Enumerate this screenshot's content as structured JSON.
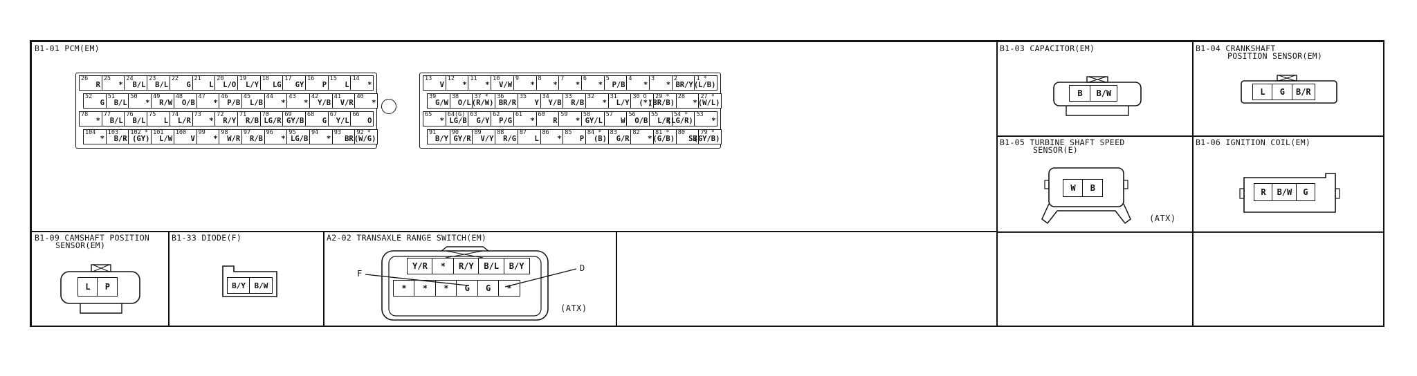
{
  "connectors": {
    "b1_01": {
      "title": "B1-01 PCM(EM)",
      "left_rows": [
        [
          {
            "n": "26",
            "c": "R"
          },
          {
            "n": "25",
            "c": "*"
          },
          {
            "n": "24",
            "c": "B/L"
          },
          {
            "n": "23",
            "c": "B/L"
          },
          {
            "n": "22",
            "c": "G"
          },
          {
            "n": "21",
            "c": "L"
          },
          {
            "n": "20",
            "c": "L/O"
          },
          {
            "n": "19",
            "c": "L/Y"
          },
          {
            "n": "18",
            "c": "LG"
          },
          {
            "n": "17",
            "c": "GY"
          },
          {
            "n": "16",
            "c": "P"
          },
          {
            "n": "15",
            "c": "L"
          },
          {
            "n": "14",
            "c": "*"
          }
        ],
        [
          {
            "n": "52",
            "c": "G"
          },
          {
            "n": "51",
            "c": "B/L"
          },
          {
            "n": "50",
            "c": "*"
          },
          {
            "n": "49",
            "c": "R/W"
          },
          {
            "n": "48",
            "c": "O/B"
          },
          {
            "n": "47",
            "c": "*"
          },
          {
            "n": "46",
            "c": "P/B"
          },
          {
            "n": "45",
            "c": "L/B"
          },
          {
            "n": "44",
            "c": "*"
          },
          {
            "n": "43",
            "c": "*"
          },
          {
            "n": "42",
            "c": "Y/B"
          },
          {
            "n": "41",
            "c": "V/R"
          },
          {
            "n": "40",
            "c": "*"
          }
        ],
        [
          {
            "n": "78",
            "c": "*"
          },
          {
            "n": "77",
            "c": "B/L"
          },
          {
            "n": "76",
            "c": "B/L"
          },
          {
            "n": "75",
            "c": "L"
          },
          {
            "n": "74",
            "c": "L/R"
          },
          {
            "n": "73",
            "c": "*"
          },
          {
            "n": "72",
            "c": "R/Y"
          },
          {
            "n": "71",
            "c": "R/B"
          },
          {
            "n": "70",
            "c": "LG/R"
          },
          {
            "n": "69",
            "c": "GY/B"
          },
          {
            "n": "68",
            "c": "G"
          },
          {
            "n": "67",
            "c": "Y/L"
          },
          {
            "n": "66",
            "c": "O"
          }
        ],
        [
          {
            "n": "104",
            "c": "*"
          },
          {
            "n": "103",
            "c": "B/R"
          },
          {
            "n": "102 *",
            "c": "(GY)"
          },
          {
            "n": "101",
            "c": "L/W"
          },
          {
            "n": "100",
            "c": "V"
          },
          {
            "n": "99",
            "c": "*"
          },
          {
            "n": "98",
            "c": "W/R"
          },
          {
            "n": "97",
            "c": "R/B"
          },
          {
            "n": "96",
            "c": "*"
          },
          {
            "n": "95",
            "c": "LG/B"
          },
          {
            "n": "94",
            "c": "*"
          },
          {
            "n": "93",
            "c": "BR"
          },
          {
            "n": "92 *",
            "c": "(W/G)"
          }
        ]
      ],
      "right_rows": [
        [
          {
            "n": "13",
            "c": "V"
          },
          {
            "n": "12",
            "c": "*"
          },
          {
            "n": "11",
            "c": "*"
          },
          {
            "n": "10",
            "c": "V/W"
          },
          {
            "n": "9",
            "c": "*"
          },
          {
            "n": "8",
            "c": "*"
          },
          {
            "n": "7",
            "c": "*"
          },
          {
            "n": "6",
            "c": "*"
          },
          {
            "n": "5",
            "c": "P/B"
          },
          {
            "n": "4",
            "c": "*"
          },
          {
            "n": "3",
            "c": "*"
          },
          {
            "n": "2",
            "c": "BR/Y"
          },
          {
            "n": "1 *",
            "c": "(L/B)"
          }
        ],
        [
          {
            "n": "39",
            "c": "G/W"
          },
          {
            "n": "38",
            "c": "O/L"
          },
          {
            "n": "37 *",
            "c": "(R/W)"
          },
          {
            "n": "36",
            "c": "BR/R"
          },
          {
            "n": "35",
            "c": "Y"
          },
          {
            "n": "34",
            "c": "Y/B"
          },
          {
            "n": "33",
            "c": "R/B"
          },
          {
            "n": "32",
            "c": "*"
          },
          {
            "n": "31",
            "c": "L/Y"
          },
          {
            "n": "30 O",
            "c": "(*)"
          },
          {
            "n": "29 *",
            "c": "(BR/B)"
          },
          {
            "n": "28",
            "c": "*"
          },
          {
            "n": "27 *",
            "c": "(W/L)"
          }
        ],
        [
          {
            "n": "65",
            "c": "*"
          },
          {
            "n": "64(G)",
            "c": "LG/B"
          },
          {
            "n": "63",
            "c": "G/Y"
          },
          {
            "n": "62",
            "c": "P/G"
          },
          {
            "n": "61",
            "c": "*"
          },
          {
            "n": "60",
            "c": "R"
          },
          {
            "n": "59",
            "c": "*"
          },
          {
            "n": "58",
            "c": "GY/L"
          },
          {
            "n": "57",
            "c": "W"
          },
          {
            "n": "56",
            "c": "O/B"
          },
          {
            "n": "55",
            "c": "L/R"
          },
          {
            "n": "54 *",
            "c": "(LG/R)"
          },
          {
            "n": "53",
            "c": "*"
          }
        ],
        [
          {
            "n": "91",
            "c": "B/Y"
          },
          {
            "n": "90",
            "c": "GY/R"
          },
          {
            "n": "89",
            "c": "V/Y"
          },
          {
            "n": "88",
            "c": "R/G"
          },
          {
            "n": "87",
            "c": "L"
          },
          {
            "n": "86",
            "c": "*"
          },
          {
            "n": "85",
            "c": "P"
          },
          {
            "n": "84 *",
            "c": "(B)"
          },
          {
            "n": "83",
            "c": "G/R"
          },
          {
            "n": "82",
            "c": "*"
          },
          {
            "n": "81 *",
            "c": "(G/B)"
          },
          {
            "n": "80",
            "c": "SB"
          },
          {
            "n": "79 *",
            "c": "(GY/B)"
          }
        ]
      ]
    },
    "b1_03": {
      "title": "B1-03 CAPACITOR(EM)",
      "pins": [
        "B",
        "B/W"
      ]
    },
    "b1_04": {
      "title_line1": "B1-04 CRANKSHAFT",
      "title_line2": "POSITION SENSOR(EM)",
      "pins": [
        "L",
        "G",
        "B/R"
      ]
    },
    "b1_05": {
      "title_line1": "B1-05 TURBINE SHAFT SPEED",
      "title_line2": "SENSOR(E)",
      "pins": [
        "W",
        "B"
      ],
      "note": "(ATX)"
    },
    "b1_06": {
      "title": "B1-06 IGNITION COIL(EM)",
      "pins": [
        "R",
        "B/W",
        "G"
      ]
    },
    "b1_09": {
      "title_line1": "B1-09 CAMSHAFT POSITION",
      "title_line2": "SENSOR(EM)",
      "pins": [
        "L",
        "P"
      ]
    },
    "b1_33": {
      "title": "B1-33 DIODE(F)",
      "pins": [
        "B/Y",
        "B/W"
      ]
    },
    "a2_02": {
      "title": "A2-02 TRANSAXLE RANGE SWITCH(EM)",
      "top_pins": [
        "Y/R",
        "*",
        "R/Y",
        "B/L",
        "B/Y"
      ],
      "bottom_pins": [
        "*",
        "*",
        "*",
        "G",
        "G",
        "*"
      ],
      "label_f": "F",
      "label_d": "D",
      "note": "(ATX)"
    }
  }
}
